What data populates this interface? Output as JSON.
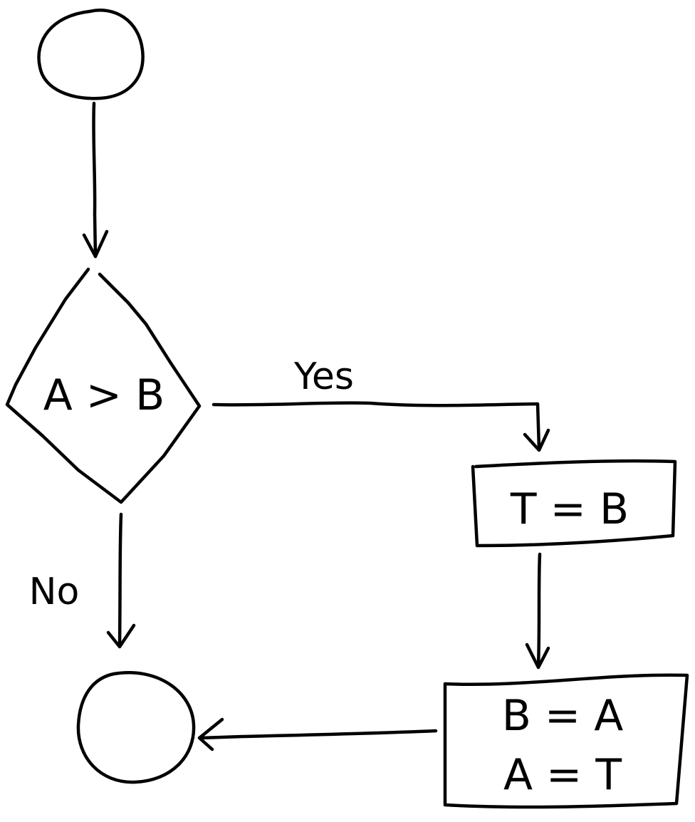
{
  "diagram": {
    "type": "flowchart",
    "style": "hand-drawn",
    "stroke_color": "#000000",
    "background": "#ffffff",
    "nodes": {
      "start": {
        "shape": "circle",
        "label": ""
      },
      "decision": {
        "shape": "diamond",
        "label": "A > B"
      },
      "process1": {
        "shape": "rectangle",
        "label": "T = B"
      },
      "process2": {
        "shape": "rectangle",
        "line1": "B = A",
        "line2": "A = T"
      },
      "end": {
        "shape": "circle",
        "label": ""
      }
    },
    "edges": {
      "start_to_decision": {
        "from": "start",
        "to": "decision",
        "label": ""
      },
      "decision_yes": {
        "from": "decision",
        "to": "process1",
        "label": "Yes"
      },
      "decision_no": {
        "from": "decision",
        "to": "end",
        "label": "No"
      },
      "process1_to_process2": {
        "from": "process1",
        "to": "process2",
        "label": ""
      },
      "process2_to_end": {
        "from": "process2",
        "to": "end",
        "label": ""
      }
    }
  }
}
